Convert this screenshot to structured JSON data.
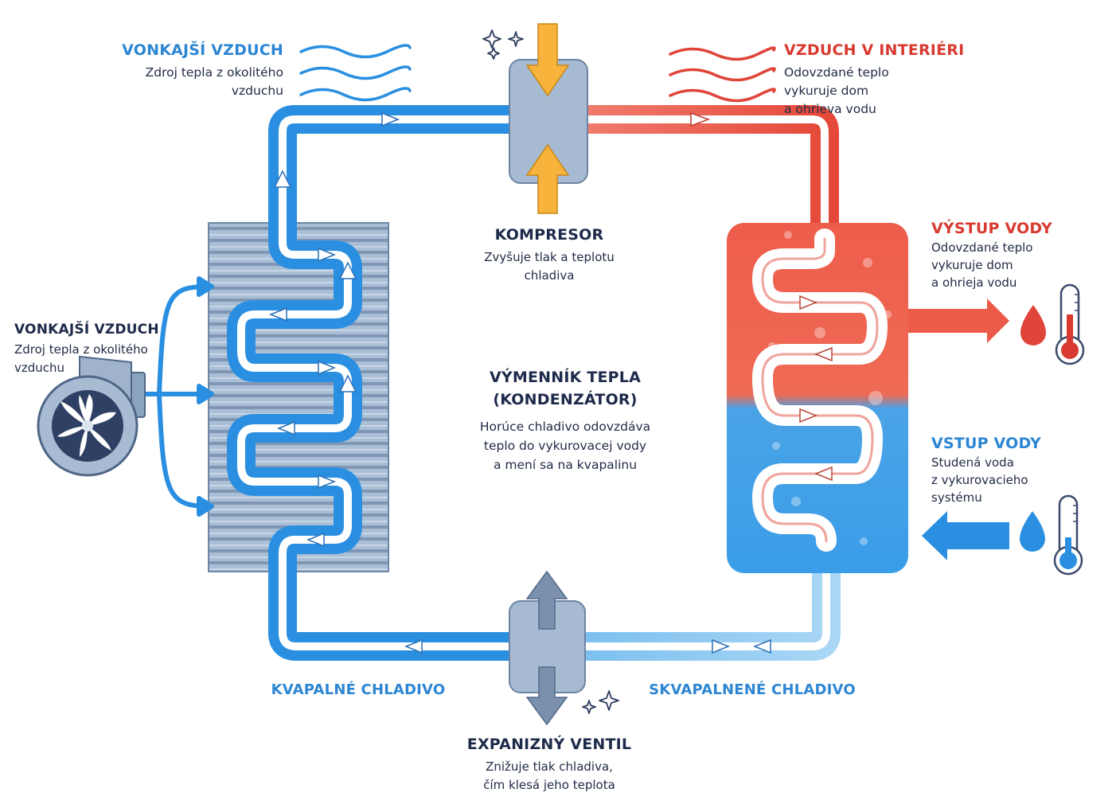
{
  "labels": {
    "outside_air_top": {
      "title": "VONKAJŠÍ VZDUCH",
      "text": "Zdroj tepla z okolitého\nvzduchu"
    },
    "outside_air_left": {
      "title": "VONKAJŠÍ VZDUCH",
      "text": "Zdroj tepla z okolitého\nvzduchu"
    },
    "indoor_air": {
      "title": "VZDUCH V INTERIÉRI",
      "text": "Odovzdané teplo\nvykuruje dom\na ohrieva vodu"
    },
    "compressor": {
      "title": "KOMPRESOR",
      "text": "Zvyšuje tlak a teplotu\nchladiva"
    },
    "heat_exchanger": {
      "title": "VÝMENNÍK TEPLA\n(KONDENZÁTOR)",
      "text": "Horúce chladivo odovzdáva\nteplo do vykurovacej vody\na mení sa na kvapalinu"
    },
    "water_out": {
      "title": "VÝSTUP VODY",
      "text": "Odovzdané teplo\nvykuruje dom\na ohrieja vodu"
    },
    "water_in": {
      "title": "VSTUP VODY",
      "text": "Studená voda\nz vykurovacieho\nsystému"
    },
    "liquid_refrigerant": {
      "title": "KVAPALNÉ CHLADIVO"
    },
    "condensed_refrigerant": {
      "title": "SKVAPALNENÉ CHLADIVO"
    },
    "expansion_valve": {
      "title": "EXPANIZNÝ VENTIL",
      "text": "Znižuje tlak chladiva,\nčím klesá jeho teplota"
    }
  },
  "icons": [
    "fan-icon",
    "heat-waves-icon",
    "cold-waves-icon",
    "hot-drop-icon",
    "cold-drop-icon",
    "hot-thermometer-icon",
    "cold-thermometer-icon",
    "sparkle-icon"
  ],
  "colors": {
    "cold_blue": "#2a8fe0",
    "hot_red": "#ec5a48",
    "label_blue": "#2d86d3",
    "label_red": "#d83a30",
    "dark_text": "#1e2a4a",
    "compressor_arrow": "#f7b33c",
    "device_gray": "#9fb4cc"
  }
}
